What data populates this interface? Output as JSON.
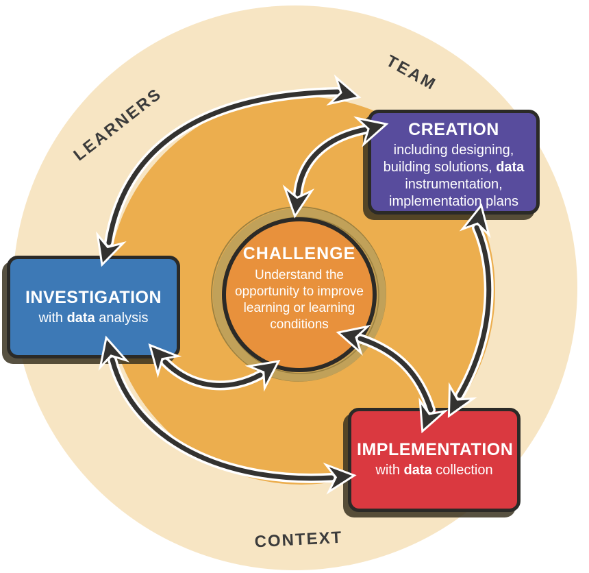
{
  "diagram": {
    "title_hint": "challenge-based learning cycle",
    "colors": {
      "background": "#FFFFFF",
      "outer_ring": "#F7E5C3",
      "inner_disc": "#ECAE4E",
      "challenge_fill": "#E8913C",
      "ring_dark": "#2B2A27",
      "ring_sketch_band": "#C1A159",
      "ring_sketch_line": "#9A8040",
      "arrow": "#333230",
      "arrow_outline": "#FFFFFF",
      "box_border": "#2B2A27",
      "label_text": "#3B3B3B",
      "creation_fill": "#584C9D",
      "investigation_fill": "#3D79B6",
      "implementation_fill": "#DA3940"
    },
    "ring_labels": {
      "learners": "LEARNERS",
      "team": "TEAM",
      "context": "CONTEXT"
    },
    "challenge": {
      "title": "CHALLENGE",
      "description": "Understand the opportunity to improve learning or learning conditions"
    },
    "nodes": {
      "creation": {
        "title": "CREATION",
        "desc_pre": "including designing, building solutions, ",
        "desc_bold": "data",
        "desc_post": " instrumentation, implementation plans"
      },
      "investigation": {
        "title": "INVESTIGATION",
        "desc_pre": "with ",
        "desc_bold": "data",
        "desc_post": " analysis"
      },
      "implementation": {
        "title": "IMPLEMENTATION",
        "desc_pre": "with ",
        "desc_bold": "data",
        "desc_post": " collection"
      }
    },
    "arrows": [
      {
        "from": "investigation",
        "to": "team-rim",
        "bidirectional": true
      },
      {
        "from": "creation",
        "to": "challenge",
        "bidirectional": true
      },
      {
        "from": "investigation",
        "to": "challenge",
        "bidirectional": true
      },
      {
        "from": "investigation",
        "to": "implementation",
        "bidirectional": true
      },
      {
        "from": "challenge",
        "to": "implementation",
        "bidirectional": true
      },
      {
        "from": "creation",
        "to": "implementation",
        "bidirectional": true
      }
    ]
  }
}
